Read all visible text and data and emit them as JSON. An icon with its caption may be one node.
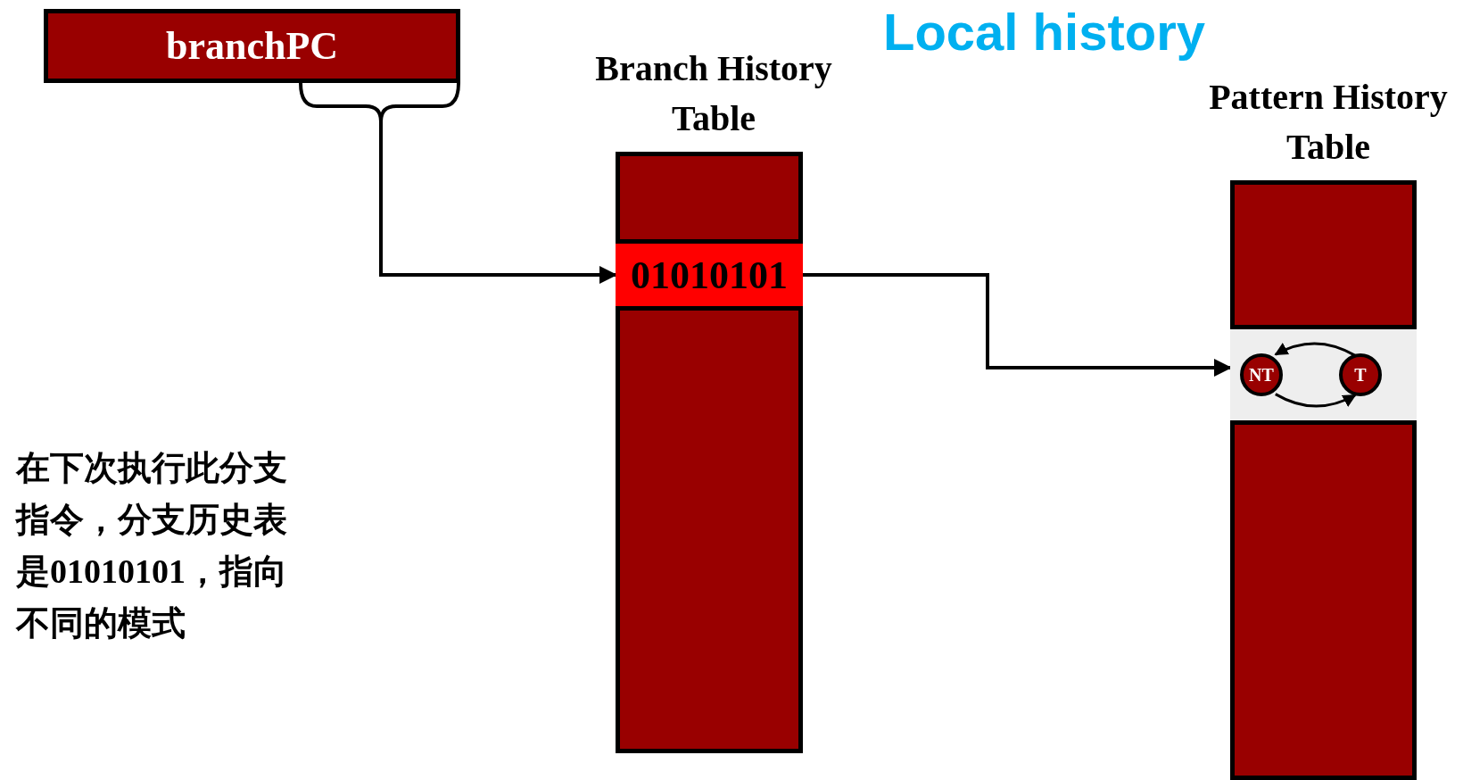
{
  "diagram": {
    "title": "Local history",
    "nodes": [
      {
        "text": [
          "branchPC"
        ]
      },
      {
        "text": [
          "Branch History Table"
        ]
      },
      {
        "text": [
          "01010101"
        ],
        "in": 1
      },
      {
        "text": [
          "Pattern History Table"
        ]
      },
      {
        "text": [],
        "shape": "box",
        "in": 3
      },
      {
        "text": [
          "NT"
        ],
        "in": 4
      },
      {
        "text": [
          "T"
        ],
        "in": 4
      }
    ],
    "edges": [
      {
        "from": 0,
        "to": 2,
        "arrow": "to"
      },
      {
        "from": 2,
        "to": 4,
        "arrow": "to"
      },
      {
        "from": 6,
        "to": 5,
        "arrow": "to"
      },
      {
        "from": 5,
        "to": 6,
        "arrow": "to"
      }
    ],
    "labels": [
      "在下次执行此分支指令，分支历史表是01010101，指向不同的模式"
    ]
  }
}
